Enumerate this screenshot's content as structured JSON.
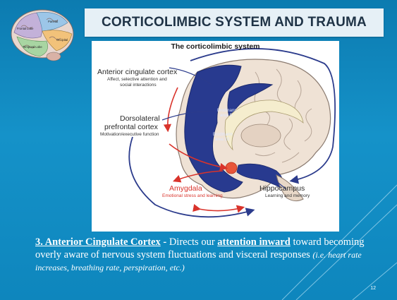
{
  "slide": {
    "title": "CORTICOLIMBIC SYSTEM AND TRAUMA",
    "page_number": "12"
  },
  "brain_logo": {
    "labels": [
      "Frontal Lobe",
      "Parietal",
      "Temporal Lobe",
      "Occipital"
    ]
  },
  "figure": {
    "title": "The corticolimbic system",
    "labels": {
      "acc_title": "Anterior cingulate cortex",
      "acc_sub1": "Affect, selective attention and",
      "acc_sub2": "social interactions",
      "dlpfc_title1": "Dorsolateral",
      "dlpfc_title2": "prefrontal cortex",
      "dlpfc_sub": "Motivation/executive function",
      "brodmann9_a": "Brodmann",
      "brodmann9_b": "area 9",
      "brodmann10_a": "Brodmann",
      "brodmann10_b": "area 10",
      "amygdala_title": "Amygdala",
      "amygdala_sub": "Emotional stress and learning",
      "hippocampus_title": "Hippocampus",
      "hippocampus_sub": "Learning and memory"
    },
    "colors": {
      "cortex_blue": "#283a8f",
      "arrow_blue": "#2b3b8c",
      "arrow_red": "#d9332b",
      "amygdala": "#e8563a",
      "brain_fill": "#efe2d5"
    }
  },
  "body": {
    "heading": "3. Anterior Cingulate Cortex",
    "dash": " - ",
    "text_a": "Directs our ",
    "emphasis": "attention inward",
    "text_b": " toward becoming overly aware of  nervous system fluctuations and visceral responses ",
    "note": "(i.e. heart rate increases, breathing rate, perspiration, etc.)"
  },
  "colors": {
    "background": "#1592c9",
    "title_box": "#e6f0f6",
    "title_text": "#1f3346"
  }
}
